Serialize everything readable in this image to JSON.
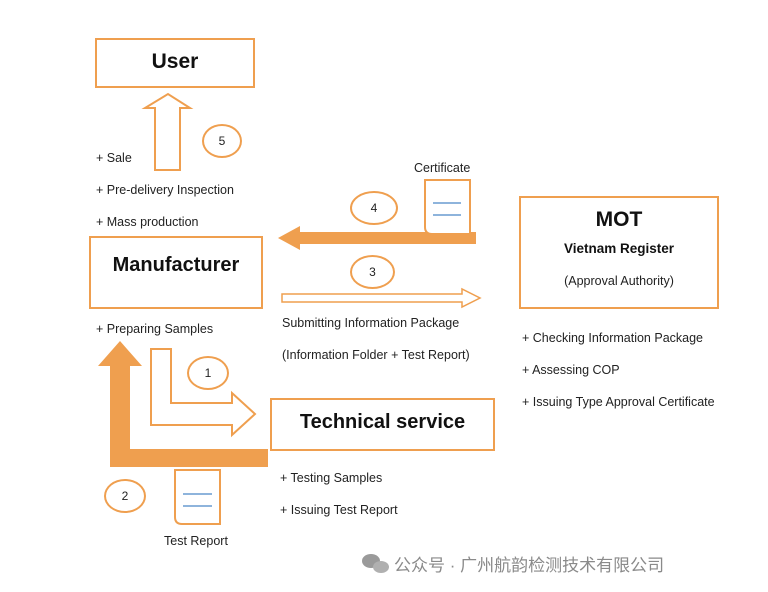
{
  "boxes": {
    "user": "User",
    "manufacturer": "Manufacturer",
    "mot_title": "MOT",
    "mot_sub1": "Vietnam Register",
    "mot_sub2": "(Approval Authority)",
    "technical": "Technical service"
  },
  "steps": [
    "1",
    "2",
    "3",
    "4",
    "5"
  ],
  "manufacturer_notes": [
    "+ Sale",
    "+ Pre-delivery Inspection",
    "+ Mass production"
  ],
  "preparing": "+ Preparing Samples",
  "certificate_label": "Certificate",
  "submitting": [
    "Submitting Information Package",
    "(Information Folder + Test Report)"
  ],
  "mot_notes": [
    "+ Checking Information Package",
    "+ Assessing COP",
    "+ Issuing Type Approval Certificate"
  ],
  "technical_notes": [
    "+ Testing Samples",
    "+ Issuing Test Report"
  ],
  "test_report_label": "Test Report",
  "watermark": "公众号 · 广州航韵检测技术有限公司",
  "colors": {
    "accent": "#ef9f4f",
    "doc_line": "#4a86c8"
  }
}
